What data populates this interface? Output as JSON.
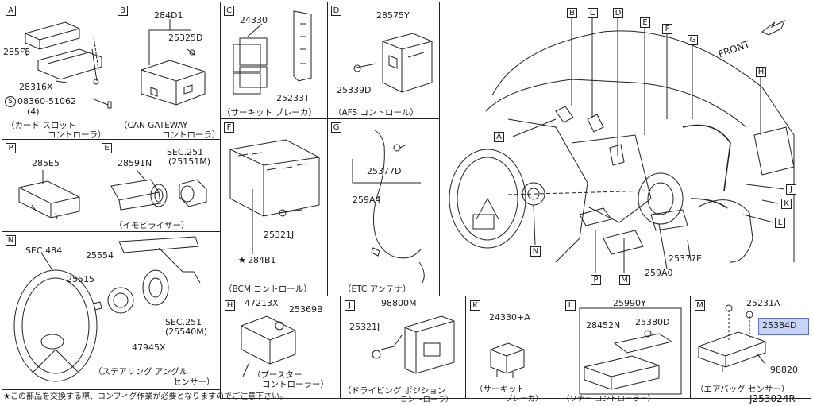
{
  "diagram_code": "J253024R",
  "footnote": "★この部品を交換する際、コンフィグ作業が必要となりますのでご注意下さい。",
  "highlight_label": "25384D",
  "panels": {
    "A": {
      "letter": "A",
      "parts": [
        "285F5",
        "28316X",
        "08360-51062",
        "(4)"
      ],
      "screw_symbol": "S",
      "caption1": "（カード スロット",
      "caption2": "コントローラ）"
    },
    "B": {
      "letter": "B",
      "parts": [
        "284D1",
        "25325D"
      ],
      "caption1": "（CAN GATEWAY",
      "caption2": "コントローラ）"
    },
    "C": {
      "letter": "C",
      "parts": [
        "24330",
        "25233T"
      ],
      "caption1": "（サーキット ブレーカ）"
    },
    "D": {
      "letter": "D",
      "parts": [
        "28575Y",
        "25339D"
      ],
      "caption1": "（AFS コントロール）"
    },
    "F": {
      "letter": "F",
      "parts": [
        "25321J",
        "284B1"
      ],
      "star": "★",
      "caption1": "（BCM コントロール）"
    },
    "G": {
      "letter": "G",
      "parts": [
        "25377D",
        "259A4"
      ],
      "caption1": "（ETC アンテナ）"
    },
    "P": {
      "letter": "P",
      "parts": [
        "285E5"
      ]
    },
    "E": {
      "letter": "E",
      "parts": [
        "28591N",
        "SEC.251",
        "(25151M)"
      ],
      "caption1": "（イモビライザー）"
    },
    "N": {
      "letter": "N",
      "parts": [
        "SEC.484",
        "25554",
        "25515",
        "SEC.251",
        "(25540M)",
        "47945X"
      ],
      "caption1": "（ステアリング アングル",
      "caption2": "センサー）"
    },
    "H": {
      "letter": "H",
      "parts": [
        "47213X",
        "25369B"
      ],
      "caption1": "（ブースター",
      "caption2": "コントローラー）"
    },
    "J": {
      "letter": "J",
      "parts": [
        "98800M",
        "25321J"
      ],
      "caption1": "（ドライビング ポジション",
      "caption2": "コントローラ）"
    },
    "K": {
      "letter": "K",
      "parts": [
        "24330+A"
      ],
      "caption1": "（サーキット",
      "caption2": "ブレーカ）"
    },
    "L": {
      "letter": "L",
      "parts": [
        "25990Y",
        "28452N",
        "25380D"
      ],
      "caption1": "（ソナー コントローラー）"
    },
    "M": {
      "letter": "M",
      "parts": [
        "25231A",
        "98820"
      ],
      "caption1": "（エアバッグ センサー）"
    },
    "overview": {
      "front_label": "FRONT",
      "markers": [
        "A",
        "B",
        "C",
        "D",
        "E",
        "F",
        "G",
        "H",
        "J",
        "K",
        "L",
        "M",
        "N",
        "P"
      ],
      "parts": [
        "25377E",
        "259A0"
      ]
    }
  }
}
